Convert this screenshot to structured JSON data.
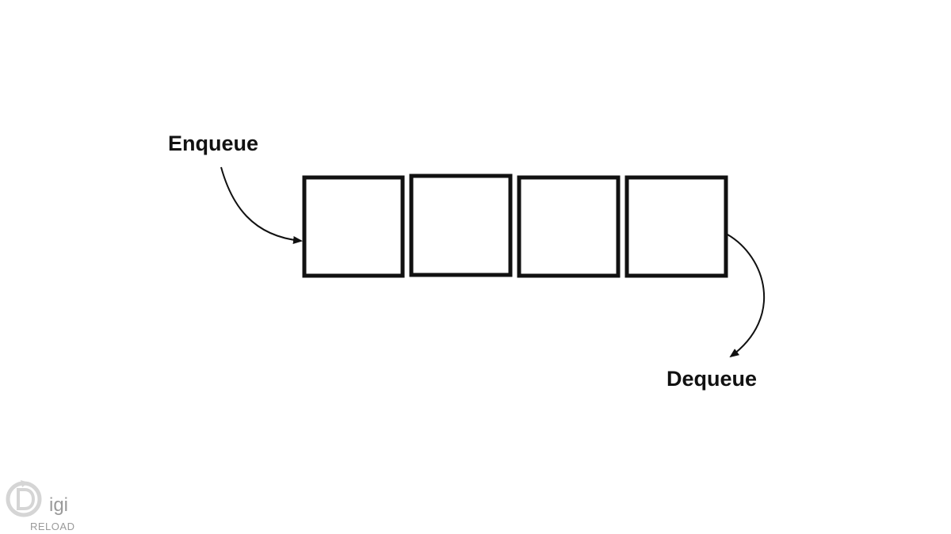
{
  "diagram": {
    "enqueue_label": "Enqueue",
    "dequeue_label": "Dequeue",
    "slot_count": 4,
    "stroke_color": "#111111",
    "background_color": "#ffffff"
  },
  "watermark": {
    "line1": "igi",
    "line2": "RELOAD",
    "icon": "digi-reload-logo-icon"
  }
}
